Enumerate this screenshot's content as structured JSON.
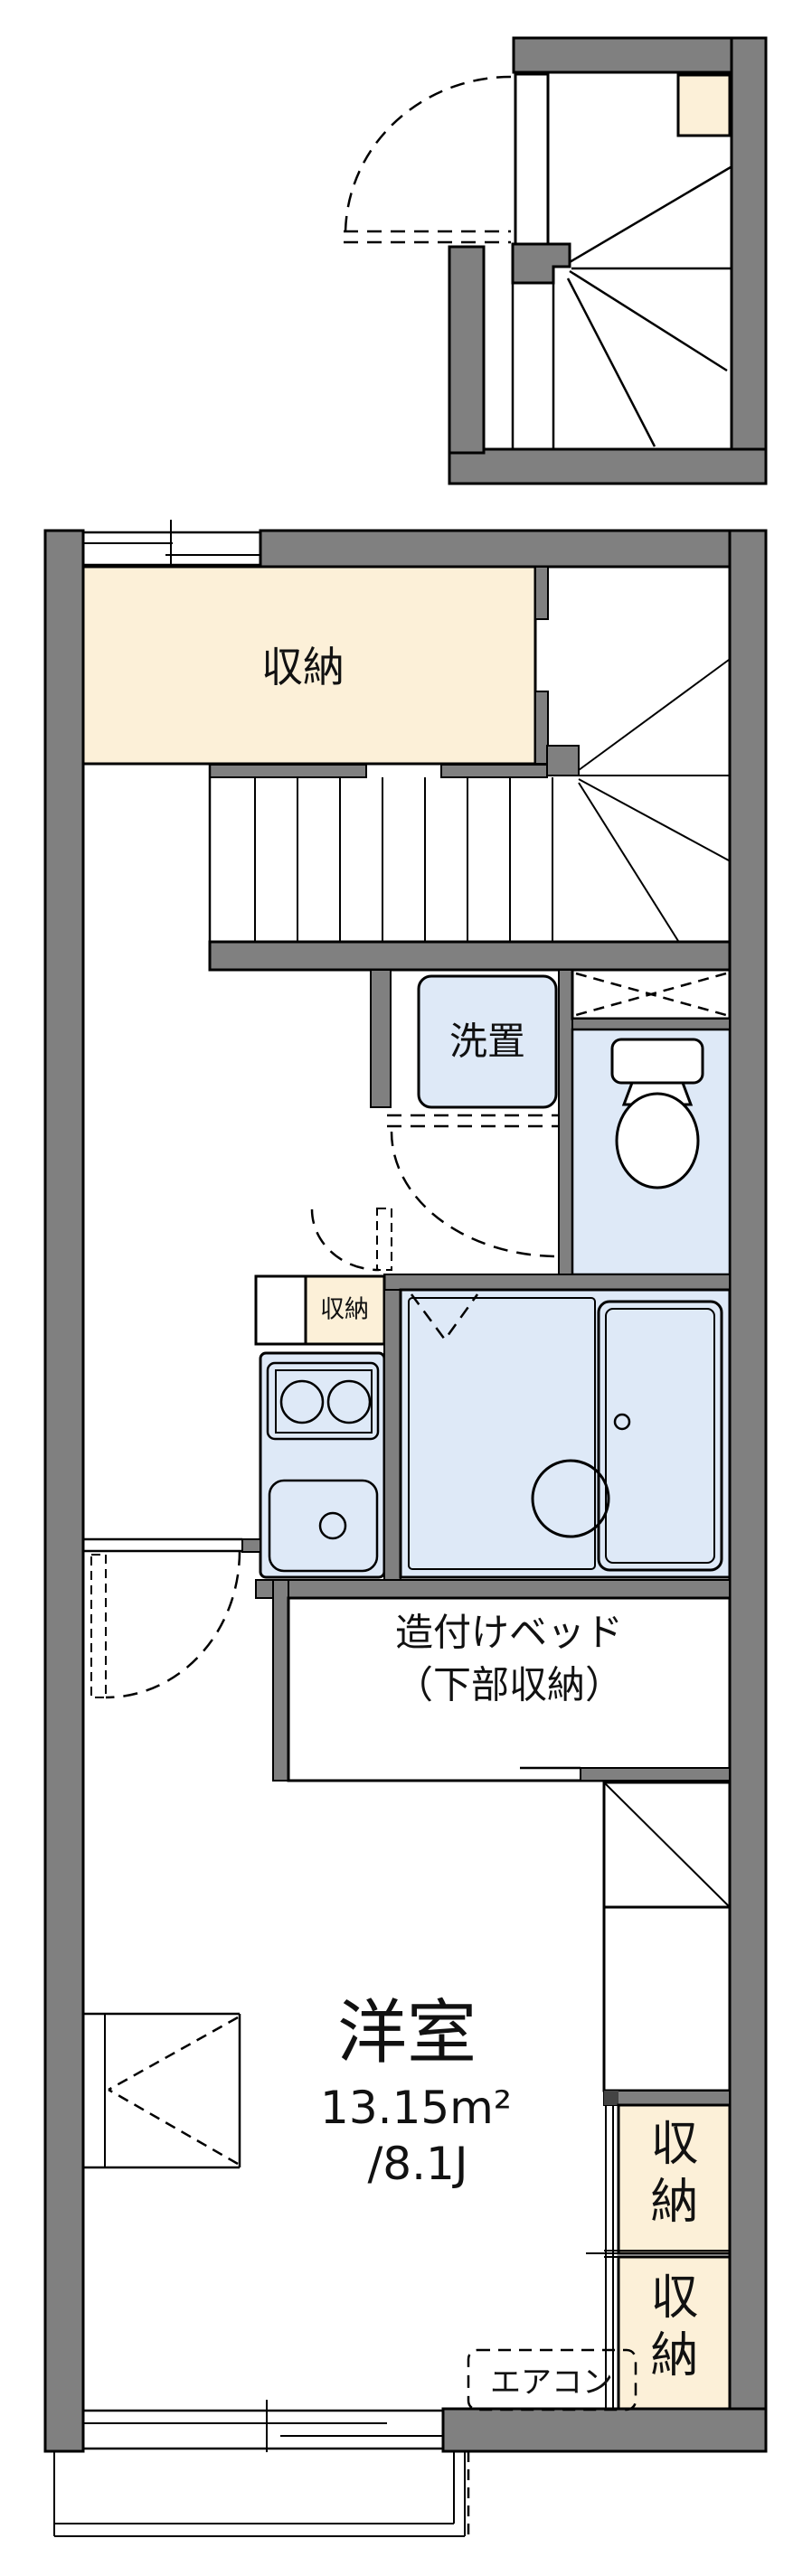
{
  "colors": {
    "wall": "#808080",
    "storage_fill": "#FCF0D8",
    "water_fill": "#DEE9F7",
    "line": "#111111",
    "background": "#FFFFFF"
  },
  "labels": {
    "storage_main": "収納",
    "laundry": "洗置",
    "storage_small": "収納",
    "bed_line1": "造付けベッド",
    "bed_line2": "（下部収納）",
    "room_name": "洋室",
    "room_area_m2": "13.15m²",
    "room_area_jo": "/8.1J",
    "aircon": "エアコン",
    "storage_right_upper": {
      "char1": "収",
      "char2": "納"
    },
    "storage_right_lower": {
      "char1": "収",
      "char2": "納"
    }
  }
}
